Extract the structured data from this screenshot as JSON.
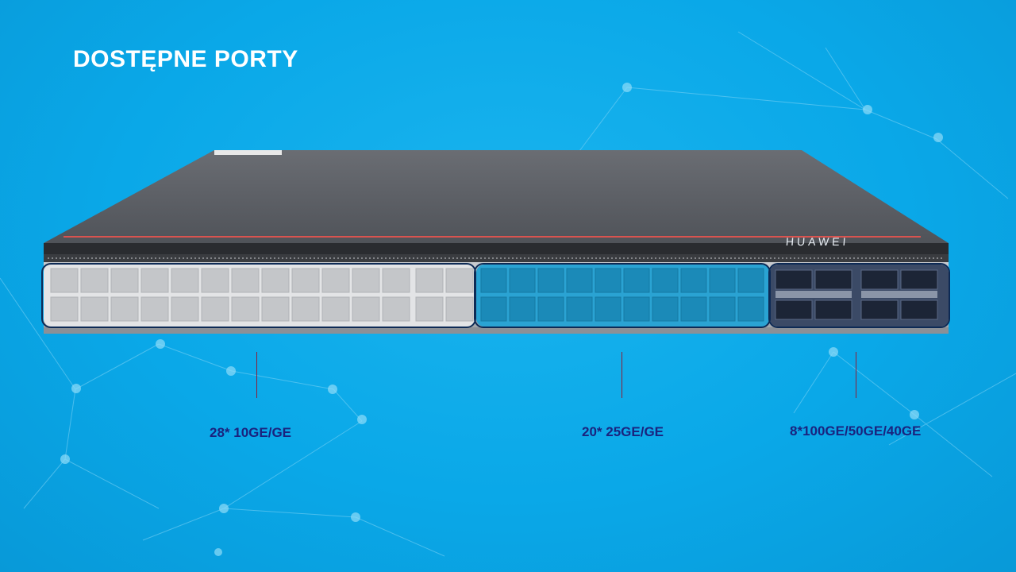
{
  "page": {
    "title": "DOSTĘPNE PORTY"
  },
  "device": {
    "brand": "HUAWEI"
  },
  "port_groups": [
    {
      "label": "28* 10GE/GE",
      "color": "#d9d9d9"
    },
    {
      "label": "20* 25GE/GE",
      "color": "#1e90c0"
    },
    {
      "label": "8*100GE/50GE/40GE",
      "color": "#2b3a55"
    }
  ],
  "colors": {
    "background": "#0aa8e8",
    "title_text": "#ffffff",
    "label_text": "#1a237e",
    "chassis_top": "#5a5d63",
    "accent_stripe": "#d9534f"
  }
}
